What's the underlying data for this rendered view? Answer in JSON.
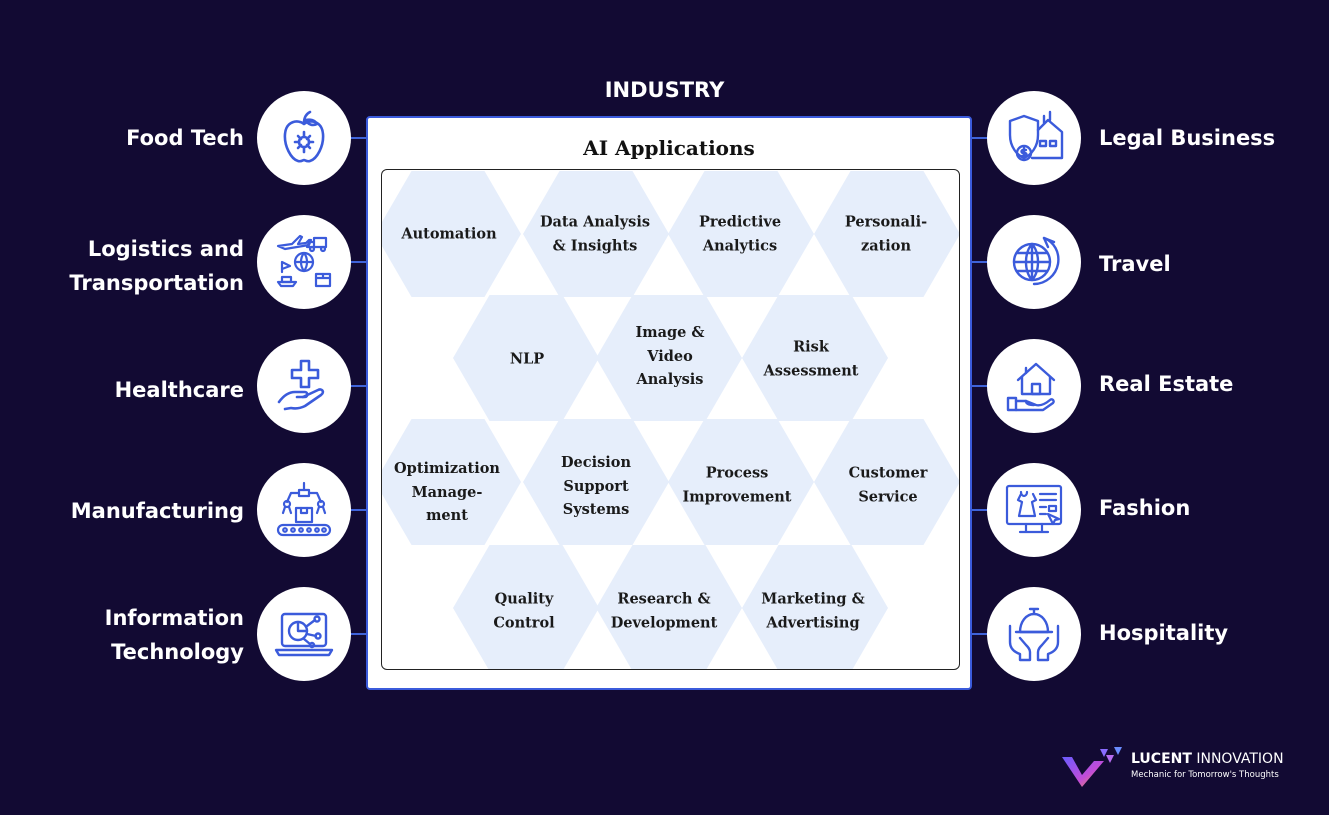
{
  "header": {
    "title": "INDUSTRY"
  },
  "panel": {
    "title": "AI Applications"
  },
  "applications": {
    "automation": "Automation",
    "data_analysis": "Data Analysis\n& Insights",
    "predictive": "Predictive\nAnalytics",
    "personalization": "Personali-\nzation",
    "nlp": "NLP",
    "image_video": "Image &\nVideo\nAnalysis",
    "risk": "Risk\nAssessment",
    "optimization": "Optimization\nManage-\nment",
    "decision_support": "Decision\nSupport\nSystems",
    "process": "Process\nImprovement",
    "customer_service": "Customer\nService",
    "quality": "Quality\nControl",
    "research": "Research &\nDevelopment",
    "marketing": "Marketing &\nAdvertising"
  },
  "industries_left": {
    "food_tech": "Food Tech",
    "logistics": "Logistics and\nTransportation",
    "healthcare": "Healthcare",
    "manufacturing": "Manufacturing",
    "it": "Information\nTechnology"
  },
  "industries_right": {
    "legal": "Legal Business",
    "travel": "Travel",
    "real_estate": "Real Estate",
    "fashion": "Fashion",
    "hospitality": "Hospitality"
  },
  "icons": {
    "food_tech": "apple-gear-icon",
    "logistics": "transport-globe-icon",
    "healthcare": "medical-cross-hand-icon",
    "manufacturing": "robot-arm-conveyor-icon",
    "it": "laptop-chart-icon",
    "legal": "shield-building-icon",
    "travel": "globe-icon",
    "real_estate": "house-hand-icon",
    "fashion": "dress-monitor-icon",
    "hospitality": "service-bell-hands-icon"
  },
  "brand": {
    "name_bold": "LUCENT",
    "name_light": " INNOVATION",
    "tagline": "Mechanic for Tomorrow's Thoughts"
  },
  "colors": {
    "background": "#120a33",
    "accent": "#3b5bdb",
    "hexagon_fill": "#e6eefb"
  }
}
